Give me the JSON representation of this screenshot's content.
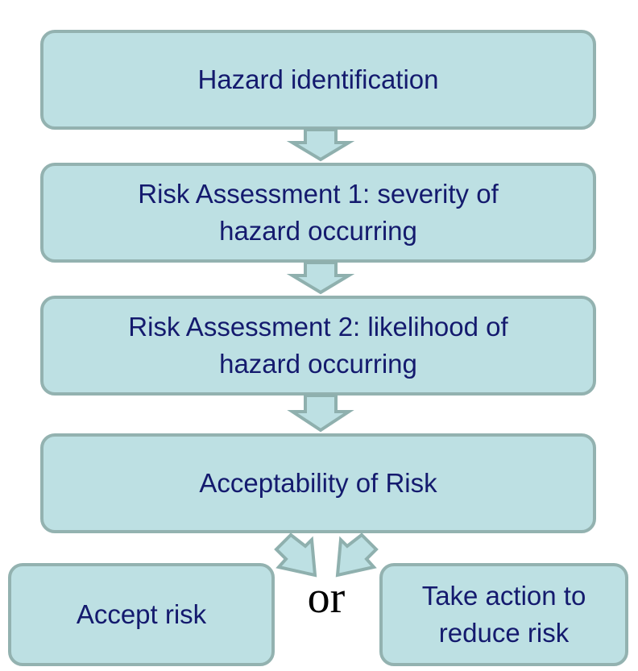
{
  "diagram": {
    "steps": [
      {
        "lines": [
          "Hazard identification"
        ]
      },
      {
        "lines": [
          "Risk Assessment 1: severity of",
          "hazard occurring"
        ]
      },
      {
        "lines": [
          "Risk Assessment 2: likelihood of",
          "hazard occurring"
        ]
      },
      {
        "lines": [
          "Acceptability of Risk"
        ]
      }
    ],
    "outcomes": [
      {
        "lines": [
          "Accept risk"
        ]
      },
      {
        "lines": [
          "Take action to",
          "reduce risk"
        ]
      }
    ],
    "connector_word": "or",
    "colors": {
      "box_fill": "#bde0e3",
      "box_border": "#93b2b0",
      "text": "#141a6e",
      "arrow_fill": "#bde0e3",
      "arrow_stroke": "#8fb0ae"
    }
  }
}
